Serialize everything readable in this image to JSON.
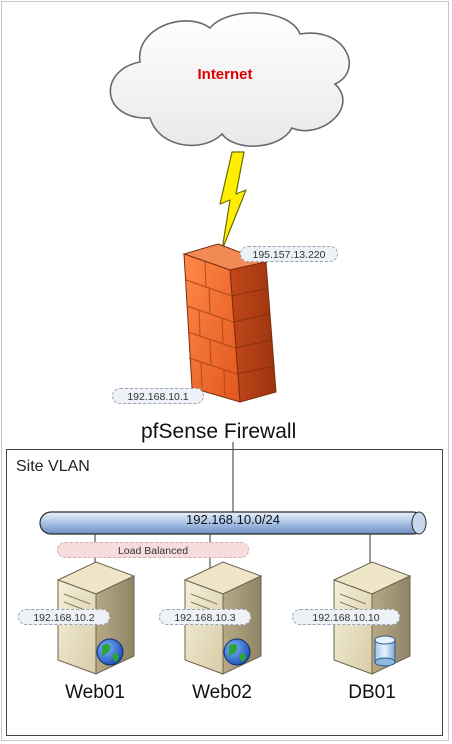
{
  "internet": {
    "label": "Internet",
    "color": "#e00000"
  },
  "firewall": {
    "name": "pfSense Firewall",
    "wan_ip": "195.157.13.220",
    "lan_ip": "192.168.10.1"
  },
  "vlan": {
    "title": "Site VLAN",
    "subnet": "192.168.10.0/24"
  },
  "load_balanced_label": "Load Balanced",
  "servers": [
    {
      "name": "Web01",
      "ip": "192.168.10.2",
      "badge": "globe-icon"
    },
    {
      "name": "Web02",
      "ip": "192.168.10.3",
      "badge": "globe-icon"
    },
    {
      "name": "DB01",
      "ip": "192.168.10.10",
      "badge": "database-icon"
    }
  ]
}
